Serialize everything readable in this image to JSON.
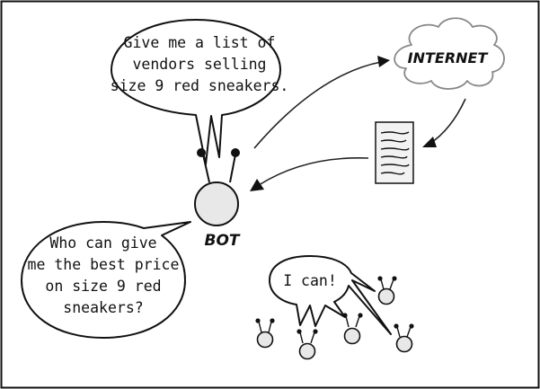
{
  "request_bubble": {
    "lines": [
      "Give me a list of",
      "vendors selling",
      "size 9 red sneakers."
    ]
  },
  "query_bubble": {
    "lines": [
      "Who can give",
      "me the best price",
      "on size 9 red",
      "sneakers?"
    ]
  },
  "reply_bubble": {
    "text": "I can!"
  },
  "bot": {
    "label": "BOT"
  },
  "internet": {
    "label": "INTERNET"
  },
  "colors": {
    "ink": "#111111",
    "bot_fill": "#e8e8e8",
    "cloud_stroke": "#888888"
  },
  "icons": {
    "document": "document-icon",
    "cloud": "cloud-icon"
  }
}
